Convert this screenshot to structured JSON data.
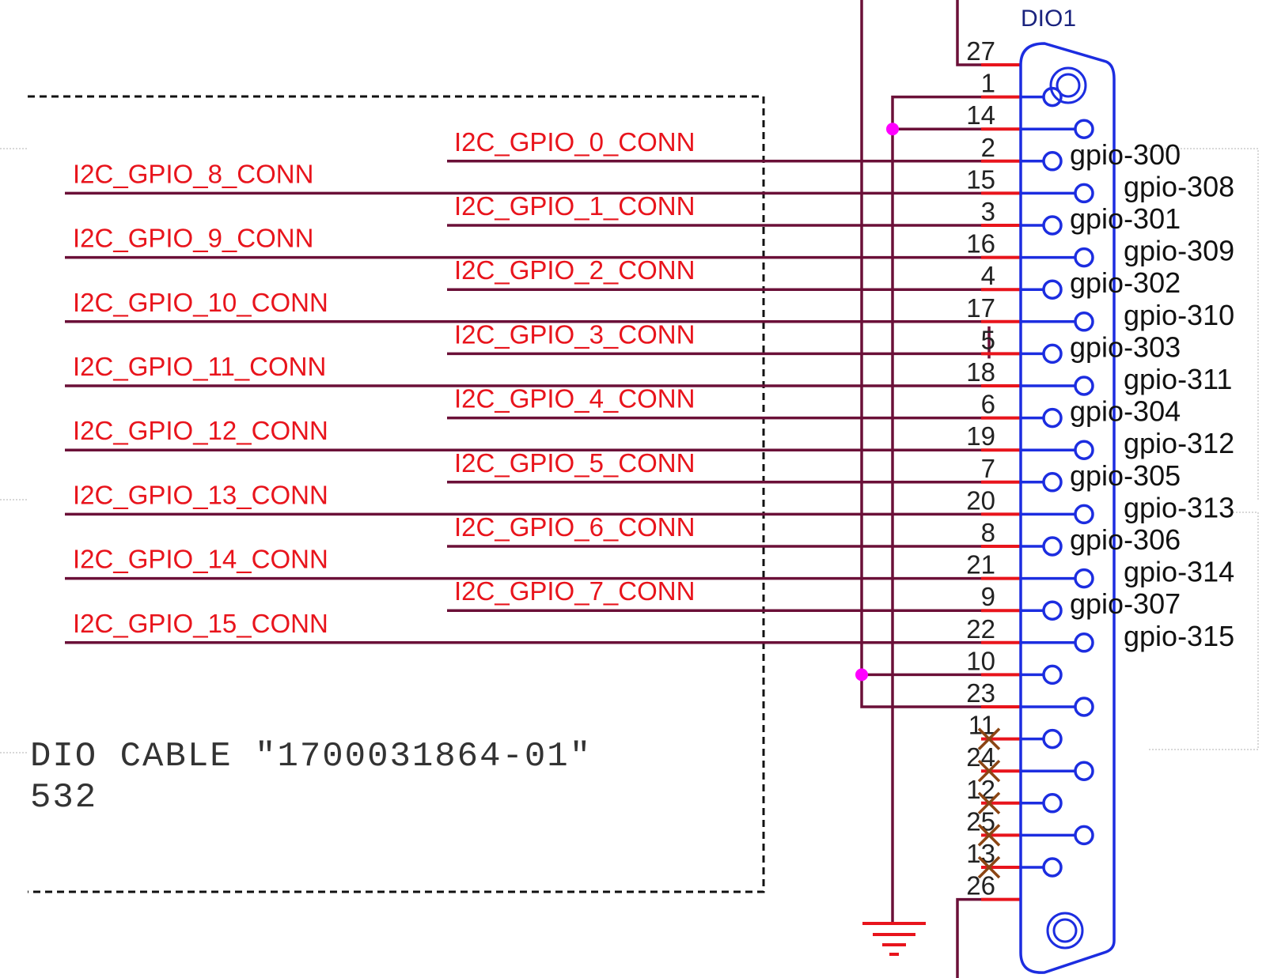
{
  "connector": {
    "refdes": "DIO1",
    "pin_order": [
      "27",
      "1",
      "14",
      "2",
      "15",
      "3",
      "16",
      "4",
      "17",
      "5",
      "18",
      "6",
      "19",
      "7",
      "20",
      "8",
      "21",
      "9",
      "22",
      "10",
      "23",
      "11",
      "24",
      "12",
      "25",
      "13",
      "26"
    ]
  },
  "left_nets": [
    {
      "label": "I2C_GPIO_0_CONN",
      "pin": "2"
    },
    {
      "label": "I2C_GPIO_1_CONN",
      "pin": "3"
    },
    {
      "label": "I2C_GPIO_2_CONN",
      "pin": "4"
    },
    {
      "label": "I2C_GPIO_3_CONN",
      "pin": "5"
    },
    {
      "label": "I2C_GPIO_4_CONN",
      "pin": "6"
    },
    {
      "label": "I2C_GPIO_5_CONN",
      "pin": "7"
    },
    {
      "label": "I2C_GPIO_6_CONN",
      "pin": "8"
    },
    {
      "label": "I2C_GPIO_7_CONN",
      "pin": "9"
    }
  ],
  "right_nets": [
    {
      "label": "I2C_GPIO_8_CONN",
      "pin": "15"
    },
    {
      "label": "I2C_GPIO_9_CONN",
      "pin": "16"
    },
    {
      "label": "I2C_GPIO_10_CONN",
      "pin": "17"
    },
    {
      "label": "I2C_GPIO_11_CONN",
      "pin": "18"
    },
    {
      "label": "I2C_GPIO_12_CONN",
      "pin": "19"
    },
    {
      "label": "I2C_GPIO_13_CONN",
      "pin": "20"
    },
    {
      "label": "I2C_GPIO_14_CONN",
      "pin": "21"
    },
    {
      "label": "I2C_GPIO_15_CONN",
      "pin": "22"
    }
  ],
  "gpio_labels": [
    {
      "pin": "2",
      "label": "gpio-300"
    },
    {
      "pin": "15",
      "label": "gpio-308"
    },
    {
      "pin": "3",
      "label": "gpio-301"
    },
    {
      "pin": "16",
      "label": "gpio-309"
    },
    {
      "pin": "4",
      "label": "gpio-302"
    },
    {
      "pin": "17",
      "label": "gpio-310"
    },
    {
      "pin": "5",
      "label": "gpio-303"
    },
    {
      "pin": "18",
      "label": "gpio-311"
    },
    {
      "pin": "6",
      "label": "gpio-304"
    },
    {
      "pin": "19",
      "label": "gpio-312"
    },
    {
      "pin": "7",
      "label": "gpio-305"
    },
    {
      "pin": "20",
      "label": "gpio-313"
    },
    {
      "pin": "8",
      "label": "gpio-306"
    },
    {
      "pin": "21",
      "label": "gpio-314"
    },
    {
      "pin": "9",
      "label": "gpio-307"
    },
    {
      "pin": "22",
      "label": "gpio-315"
    }
  ],
  "no_connect_pins": [
    "11",
    "24",
    "12",
    "25",
    "13"
  ],
  "cable_label": {
    "line1": "DIO CABLE \"1700031864-01\"",
    "line2": "532"
  },
  "colors": {
    "net_label": "#e8141c",
    "wire": "#6b1038",
    "connector": "#1c2de0",
    "junction": "#ff00ff",
    "no_connect": "#8b4513"
  }
}
